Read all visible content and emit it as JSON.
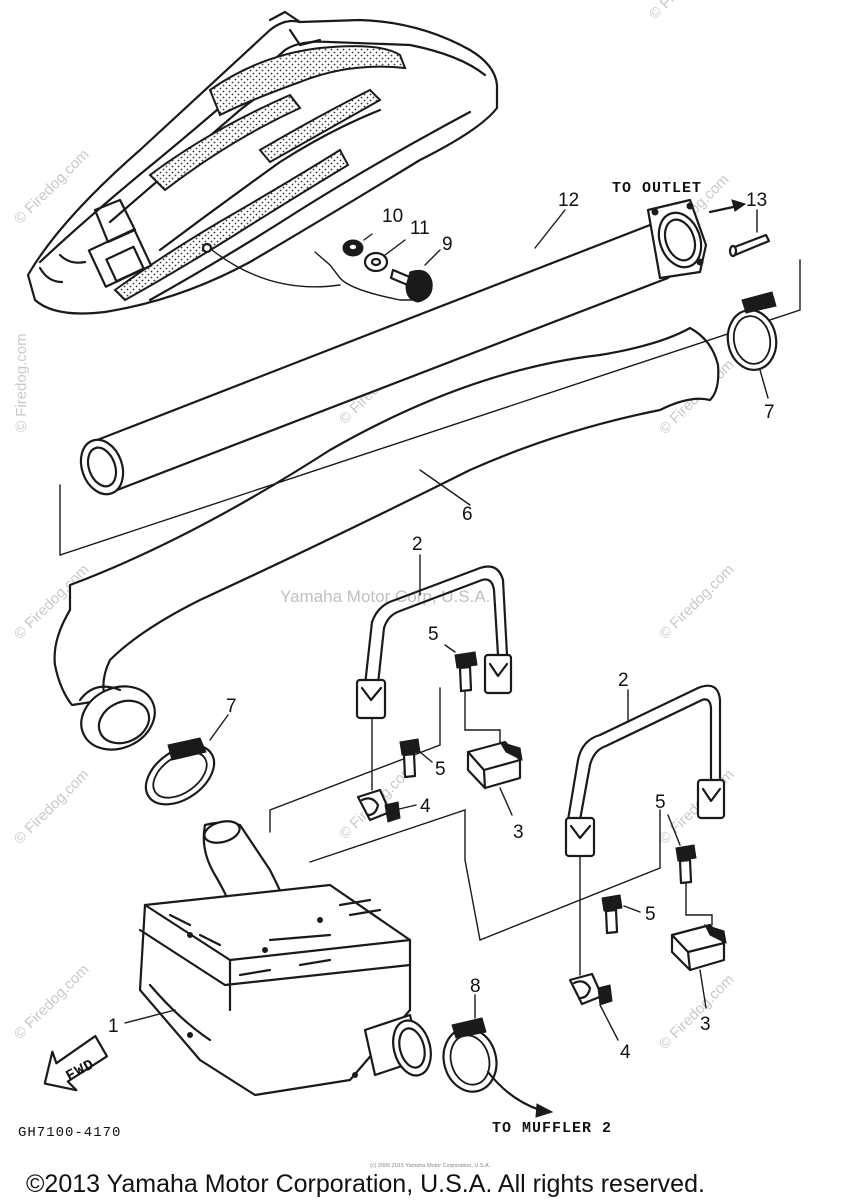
{
  "callouts": {
    "c1": "1",
    "c2a": "2",
    "c2b": "2",
    "c3a": "3",
    "c3b": "3",
    "c4a": "4",
    "c4b": "4",
    "c5a": "5",
    "c5b": "5",
    "c5c": "5",
    "c5d": "5",
    "c6": "6",
    "c7a": "7",
    "c7b": "7",
    "c8": "8",
    "c9": "9",
    "c10": "10",
    "c11": "11",
    "c12": "12",
    "c13": "13"
  },
  "labels": {
    "to_outlet": "TO OUTLET",
    "to_muffler": "TO MUFFLER 2",
    "fwd": "FWD",
    "part_code": "GH7100-4170"
  },
  "watermark": {
    "center": "Yamaha Motor Corp, U.S.A.",
    "site": "© Firedog.com"
  },
  "footer": {
    "copyright": "©2013 Yamaha Motor Corporation, U.S.A. All rights reserved.",
    "fine_print": "(c) 2006 2015 Yamaha Motor Corporation, U.S.A."
  }
}
